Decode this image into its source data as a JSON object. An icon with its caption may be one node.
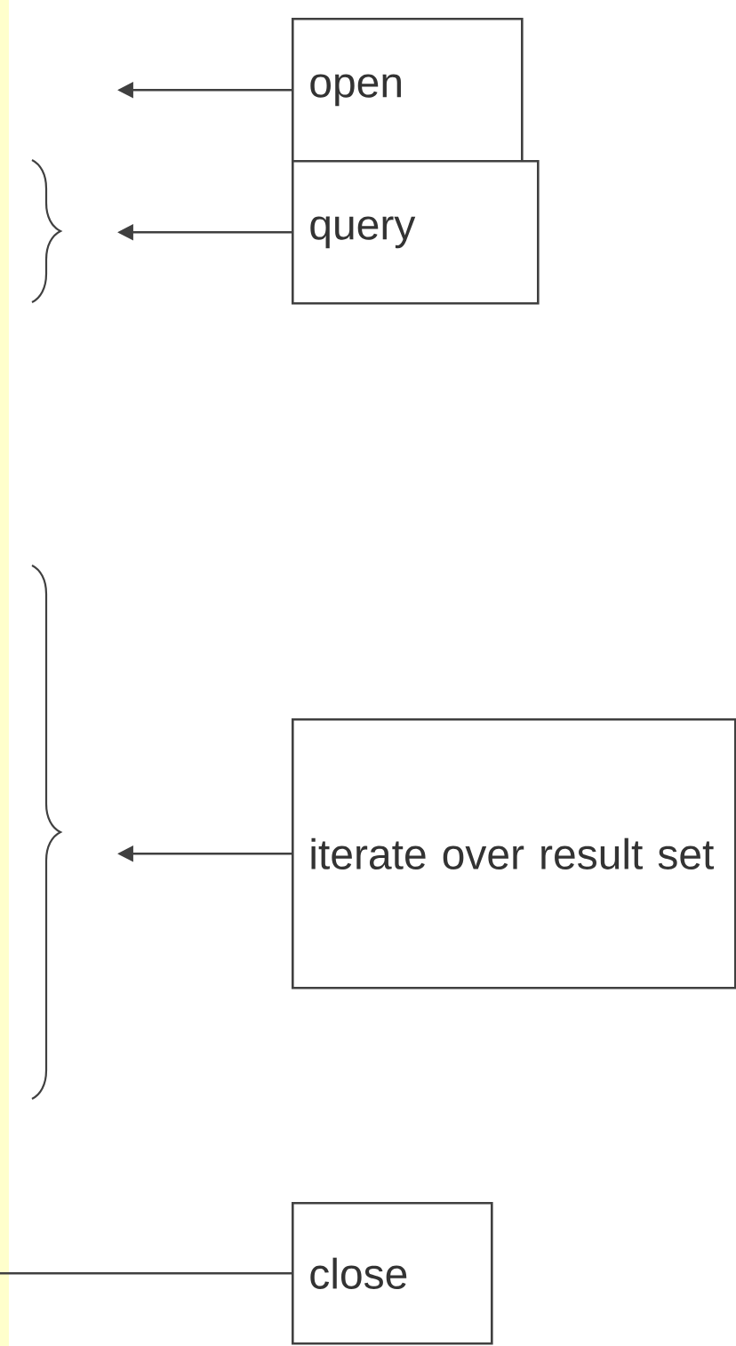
{
  "diagram": {
    "nodes": [
      {
        "text": [
          "open"
        ]
      },
      {
        "text": [
          "query"
        ]
      },
      {
        "text": [
          "iterate over result set"
        ]
      },
      {
        "text": [
          "close"
        ]
      }
    ],
    "edges": [
      {
        "from": 0,
        "to": null,
        "arrow": "to"
      },
      {
        "from": 1,
        "to": null,
        "arrow": "to"
      },
      {
        "from": 2,
        "to": null,
        "arrow": "to"
      },
      {
        "from": 3,
        "to": null,
        "arrow": "none"
      }
    ]
  }
}
